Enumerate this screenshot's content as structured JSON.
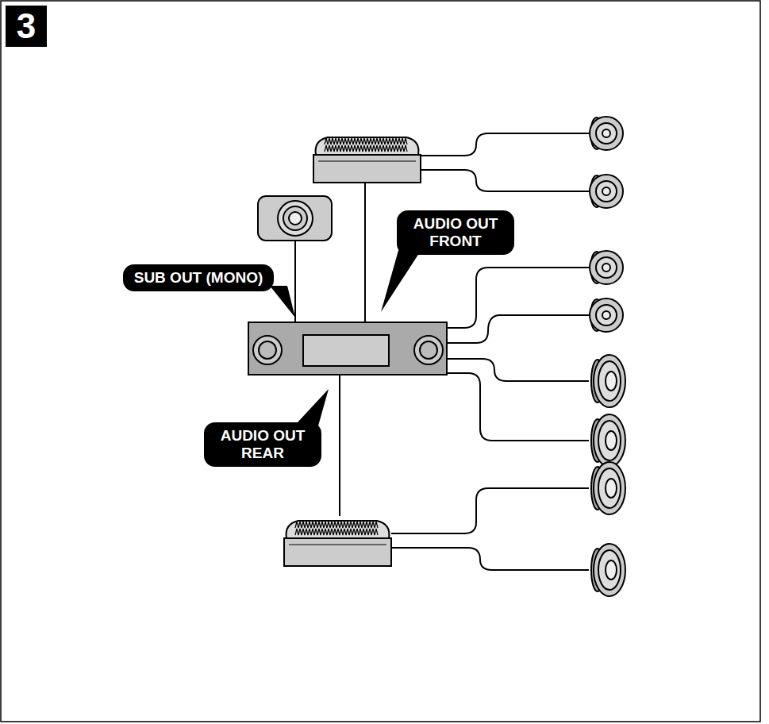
{
  "diagram": {
    "title": "3",
    "nodes": [
      {
        "text": [
          "SUB OUT (MONO)"
        ]
      },
      {
        "text": [
          "AUDIO OUT FRONT"
        ]
      },
      {
        "text": [
          "AUDIO OUT REAR"
        ]
      }
    ]
  }
}
